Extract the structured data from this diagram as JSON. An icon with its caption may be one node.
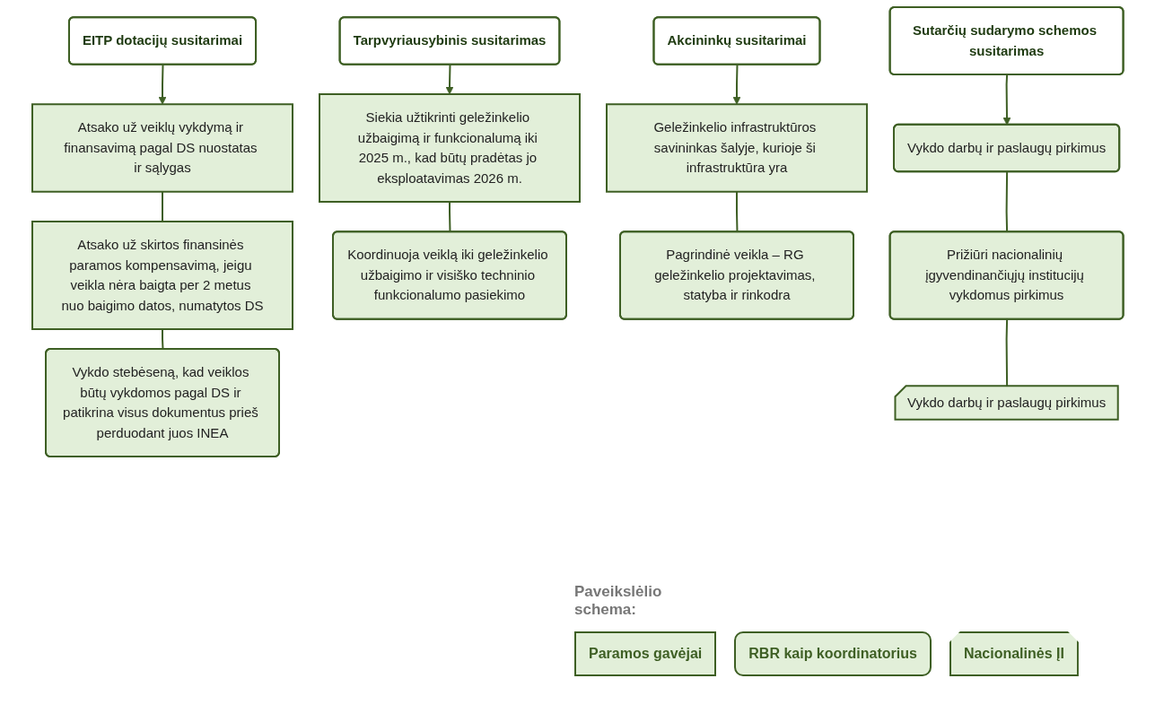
{
  "diagram": {
    "nodes": [
      {
        "text": [
          "EITP dotacijų susitarimai"
        ]
      },
      {
        "text": [
          "Atsako už veiklų vykdymą ir finansavimą pagal DS nuostatas ir sąlygas"
        ]
      },
      {
        "text": [
          "Atsako už skirtos finansinės paramos kompensavimą, jeigu veikla nėra baigta per 2 metus nuo baigimo datos, numatytos DS"
        ]
      },
      {
        "text": [
          "Vykdo stebėseną, kad veiklos būtų vykdomos pagal DS ir patikrina visus dokumentus prieš perduodant juos INEA"
        ]
      },
      {
        "text": [
          "Tarpvyriausybinis susitarimas"
        ]
      },
      {
        "text": [
          "Siekia užtikrinti geležinkelio užbaigimą ir funkcionalumą iki 2025 m., kad būtų pradėtas jo eksploatavimas 2026 m."
        ]
      },
      {
        "text": [
          "Koordinuoja veiklą iki geležinkelio užbaigimo ir visiško techninio funkcionalumo pasiekimo"
        ]
      },
      {
        "text": [
          "Akcininkų susitarimai"
        ]
      },
      {
        "text": [
          "Geležinkelio infrastruktūros savininkas šalyje, kurioje ši infrastruktūra yra"
        ]
      },
      {
        "text": [
          "Pagrindinė veikla – RG geležinkelio projektavimas, statyba ir rinkodra"
        ]
      },
      {
        "text": [
          "Sutarčių sudarymo schemos susitarimas"
        ]
      },
      {
        "text": [
          "Vykdo darbų ir paslaugų pirkimus"
        ]
      },
      {
        "text": [
          "Prižiūri nacionalinių įgyvendinančiųjų institucijų vykdomus pirkimus"
        ]
      },
      {
        "text": [
          "Vykdo darbų ir paslaugų pirkimus"
        ]
      }
    ],
    "edges": [
      {
        "from": 0,
        "to": 1,
        "arrow": "to"
      },
      {
        "from": 1,
        "to": 2,
        "arrow": "none"
      },
      {
        "from": 2,
        "to": 3,
        "arrow": "none"
      },
      {
        "from": 4,
        "to": 5,
        "arrow": "to"
      },
      {
        "from": 5,
        "to": 6,
        "arrow": "none"
      },
      {
        "from": 7,
        "to": 8,
        "arrow": "to"
      },
      {
        "from": 8,
        "to": 9,
        "arrow": "none"
      },
      {
        "from": 10,
        "to": 11,
        "arrow": "to"
      },
      {
        "from": 11,
        "to": 12,
        "arrow": "none"
      },
      {
        "from": 12,
        "to": 13,
        "arrow": "none"
      }
    ],
    "labels": [
      "Paveikslėlio schema:"
    ],
    "legend": [
      {
        "text": "Paramos gavėjai"
      },
      {
        "text": "RBR kaip koordinatorius"
      },
      {
        "text": "Nacionalinės ĮI"
      }
    ]
  }
}
